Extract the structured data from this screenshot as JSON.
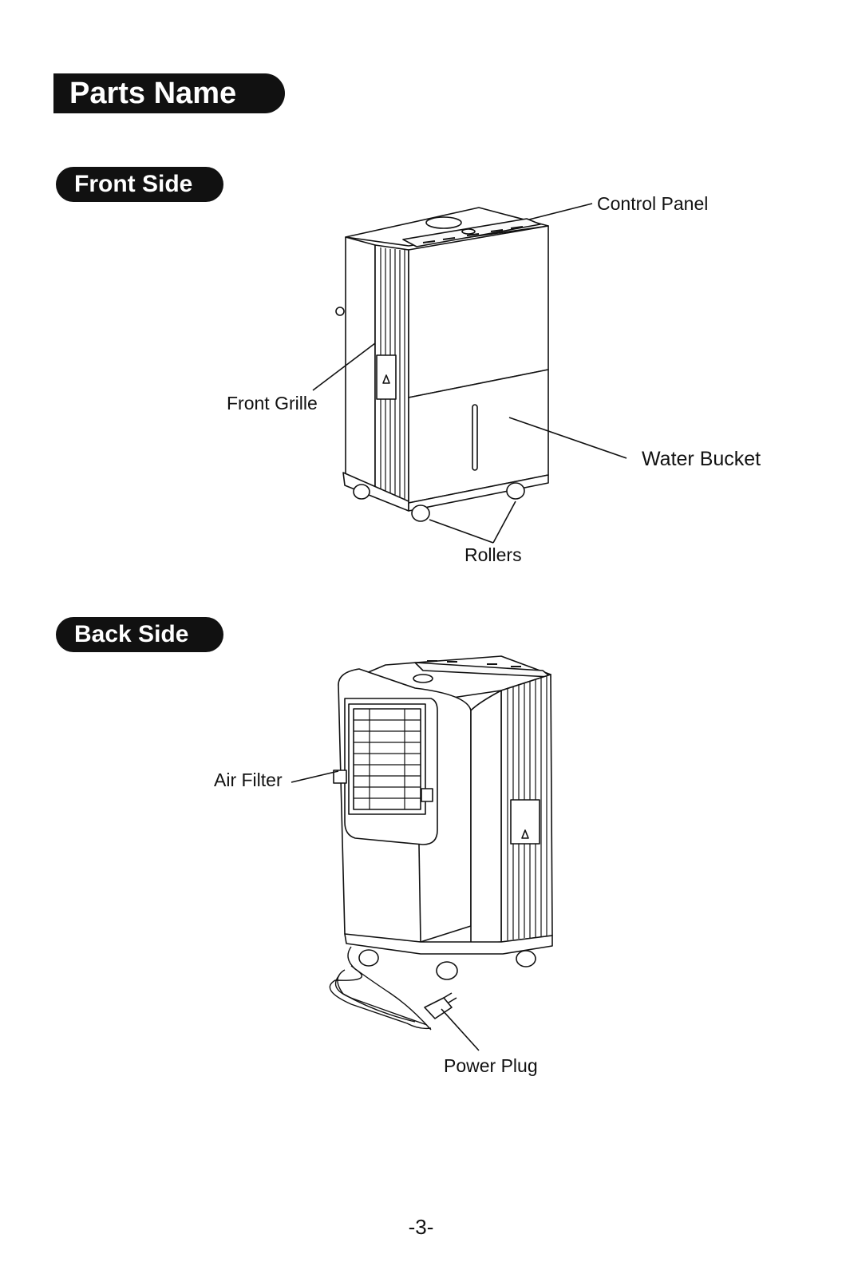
{
  "page": {
    "title": "Parts Name",
    "page_number": "-3-"
  },
  "front_side": {
    "heading": "Front Side",
    "labels": {
      "control_panel": "Control Panel",
      "front_grille": "Front Grille",
      "water_bucket": "Water Bucket",
      "rollers": "Rollers"
    }
  },
  "back_side": {
    "heading": "Back Side",
    "labels": {
      "air_filter": "Air Filter",
      "power_plug": "Power Plug"
    }
  }
}
